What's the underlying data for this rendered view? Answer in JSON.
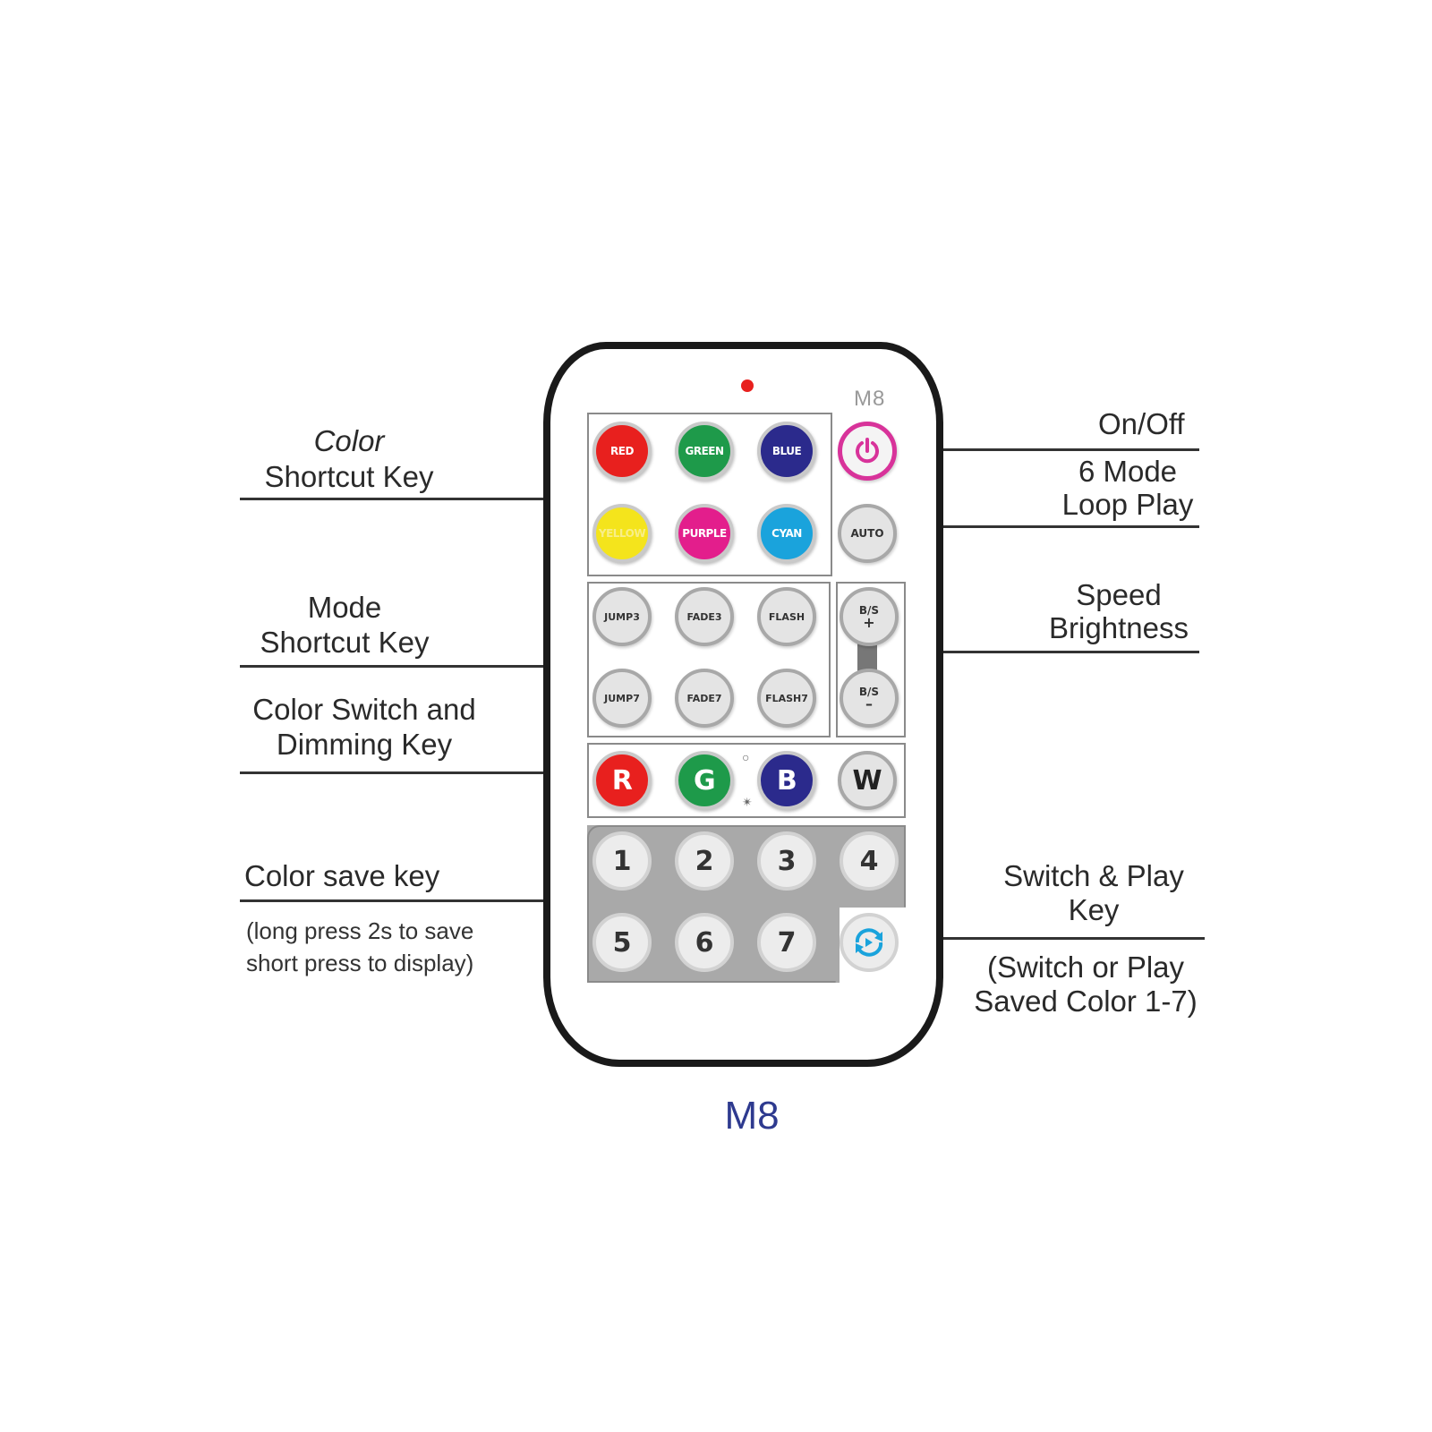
{
  "diagram": {
    "caption": "M8",
    "remote": {
      "model_mark": "M8",
      "colors": {
        "body_outline": "#1a1a1a",
        "ir_led": "#e8201e",
        "power_ring": "#d8339a",
        "caption": "#2e3a8f",
        "play_icon": "#1aa3dc"
      },
      "color_keys": [
        {
          "label": "RED",
          "color": "#e8201e"
        },
        {
          "label": "GREEN",
          "color": "#1e9a4a"
        },
        {
          "label": "BLUE",
          "color": "#2b2a8c"
        },
        {
          "label": "YELLOW",
          "color": "#f4e41c"
        },
        {
          "label": "PURPLE",
          "color": "#e31e8c"
        },
        {
          "label": "CYAN",
          "color": "#1aa3dc"
        }
      ],
      "power_icon": "power-icon",
      "auto_label": "AUTO",
      "mode_keys": [
        "JUMP3",
        "FADE3",
        "FLASH",
        "JUMP7",
        "FADE7",
        "FLASH7"
      ],
      "speed_keys": [
        {
          "label": "B/S",
          "sign": "+"
        },
        {
          "label": "B/S",
          "sign": "–"
        }
      ],
      "rgbw_keys": [
        {
          "label": "R",
          "color": "#e8201e"
        },
        {
          "label": "G",
          "color": "#1e9a4a"
        },
        {
          "label": "B",
          "color": "#2b2a8c"
        },
        {
          "label": "W",
          "color": "#e4e4e4"
        }
      ],
      "small_marks": {
        "top": "○",
        "bottom": "✴"
      },
      "number_keys": [
        "1",
        "2",
        "3",
        "4",
        "5",
        "6",
        "7"
      ],
      "play_icon": "switch-play-icon"
    },
    "labels": {
      "color_shortcut": {
        "line1": "Color",
        "line2": "Shortcut Key"
      },
      "mode_shortcut": {
        "line1": "Mode",
        "line2": "Shortcut Key"
      },
      "color_switch": {
        "line1": "Color Switch and",
        "line2": "Dimming Key"
      },
      "color_save": {
        "title": "Color save key",
        "note1": "(long press 2s to save",
        "note2": "short press to display)"
      },
      "on_off": "On/Off",
      "mode_loop": {
        "line1": "6 Mode",
        "line2": "Loop Play"
      },
      "speed": {
        "line1": "Speed",
        "line2": "Brightness"
      },
      "switch_play": {
        "line1": "Switch & Play",
        "line2": "Key",
        "note1": "(Switch or Play",
        "note2": "Saved Color 1-7)"
      }
    }
  }
}
